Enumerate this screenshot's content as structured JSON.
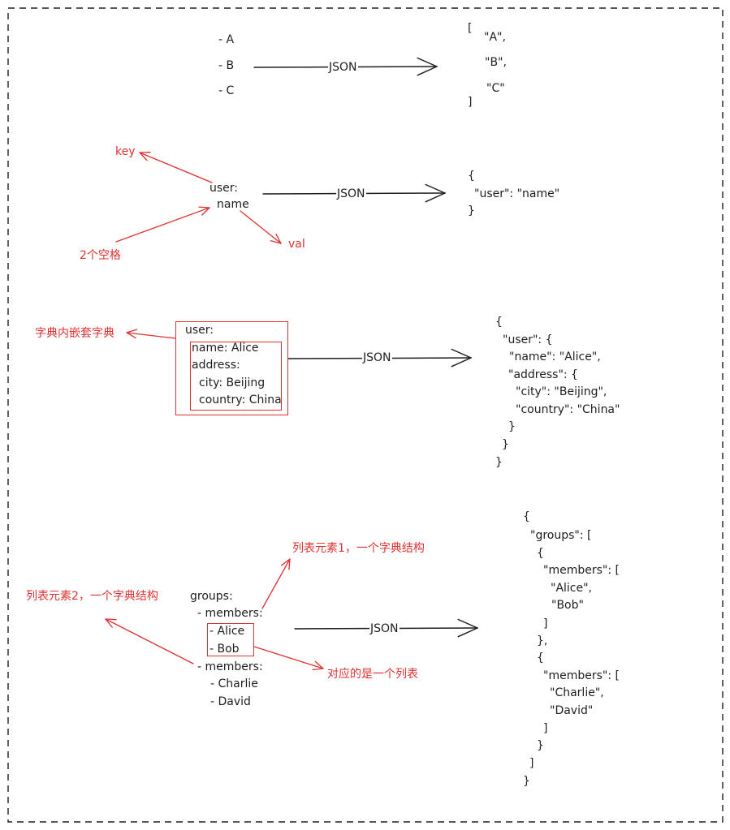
{
  "colors": {
    "ink": "#1e1e1e",
    "accent": "#e03131",
    "frame": "#1e1e1e"
  },
  "section1": {
    "yaml": [
      "- A",
      "- B",
      "- C"
    ],
    "arrow_label": "JSON",
    "json": [
      "[",
      "\"A\",",
      "\"B\",",
      "\"C\"",
      "]"
    ]
  },
  "section2": {
    "yaml": [
      "user:",
      "name"
    ],
    "arrow_label": "JSON",
    "json": [
      "{",
      "\"user\": \"name\"",
      "}"
    ],
    "notes": {
      "key": "key",
      "val": "val",
      "indent": "2个空格"
    }
  },
  "section3": {
    "yaml": [
      "user:",
      "name: Alice",
      "address:",
      "city: Beijing",
      "country: China"
    ],
    "arrow_label": "JSON",
    "json": [
      "{",
      "\"user\": {",
      "\"name\": \"Alice\",",
      "\"address\": {",
      "\"city\": \"Beijing\",",
      "\"country\": \"China\"",
      "}",
      "}",
      "}"
    ],
    "notes": {
      "nested": "字典内嵌套字典"
    }
  },
  "section4": {
    "yaml": [
      "groups:",
      "- members:",
      "- Alice",
      "- Bob",
      "- members:",
      "- Charlie",
      "- David"
    ],
    "arrow_label": "JSON",
    "json": [
      "{",
      "\"groups\": [",
      "{",
      "\"members\": [",
      "\"Alice\",",
      "\"Bob\"",
      "]",
      "},",
      "{",
      "\"members\": [",
      "\"Charlie\",",
      "\"David\"",
      "]",
      "}",
      "]",
      "}"
    ],
    "notes": {
      "element1": "列表元素1，一个字典结构",
      "element2": "列表元素2，一个字典结构",
      "is_list": "对应的是一个列表"
    }
  }
}
